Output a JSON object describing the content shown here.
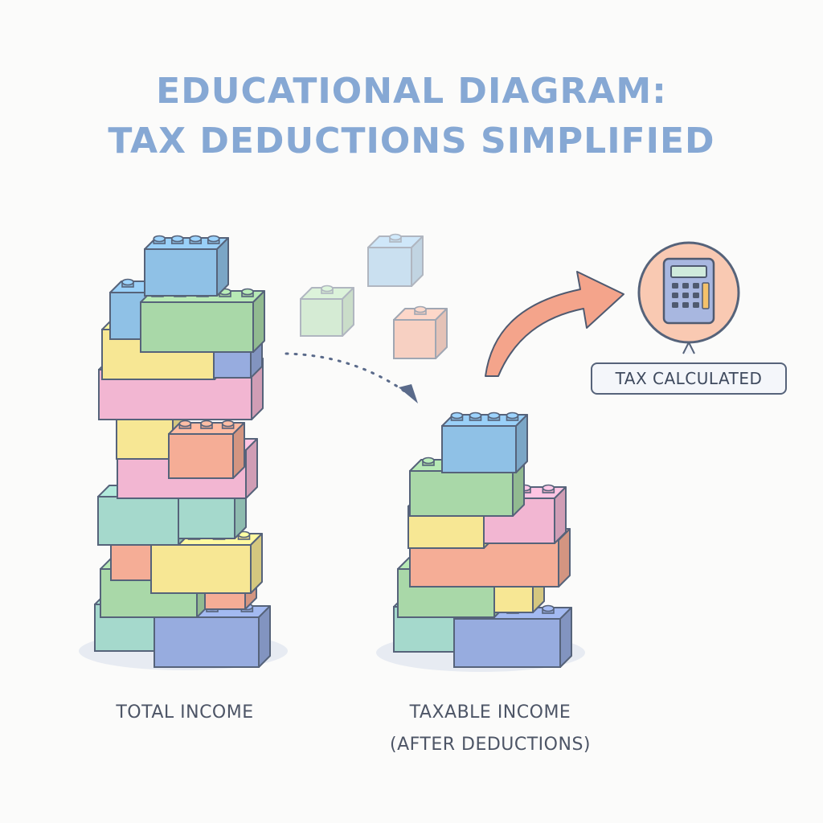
{
  "title": {
    "line1": "EDUCATIONAL DIAGRAM:",
    "line2": "TAX DEDUCTIONS SIMPLIFIED"
  },
  "labels": {
    "total_income": "TOTAL INCOME",
    "taxable_income_line1": "TAXABLE INCOME",
    "taxable_income_line2": "(AFTER DEDUCTIONS)"
  },
  "badge": {
    "text": "TAX CALCULATED"
  },
  "icons": {
    "calculator": "calculator-icon",
    "arrow": "curved-arrow-icon",
    "dotted_arrow": "dotted-arrow-icon"
  },
  "colors": {
    "title": "#86a8d4",
    "outline": "#56637a",
    "blue": "#8fc1e6",
    "green": "#a9d8a8",
    "yellow": "#f7e794",
    "pink": "#f2b6d2",
    "peach": "#f5ad96",
    "teal": "#a5d9cc",
    "periwinkle": "#97acdf",
    "arrow": "#f4a48b",
    "calculator_bg": "#f9c9b2"
  }
}
